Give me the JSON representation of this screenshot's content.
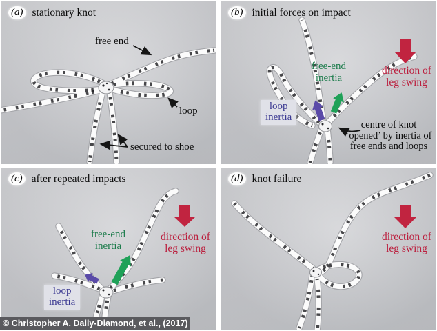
{
  "figure": {
    "credit": "© Christopher A. Daily-Diamond, et al., (2017)"
  },
  "colors": {
    "free_end_inertia_green_text": "#1d7c4c",
    "inertia_arrow_green": "#1fa158",
    "loop_inertia_purple_text": "#3c3a92",
    "inertia_arrow_purple": "#5a4aa8",
    "leg_swing_red_text": "#bb1f3e",
    "leg_swing_arrow_red": "#c12440",
    "photo_background_gray": "#c7c8cc",
    "credit_bar_gray": "#5a5a5e"
  },
  "panels": {
    "a": {
      "letter": "(a)",
      "title": "stationary knot",
      "labels": {
        "free_end": "free end",
        "loop": "loop",
        "secured_to_shoe": "secured to shoe"
      }
    },
    "b": {
      "letter": "(b)",
      "title": "initial forces on impact",
      "labels": {
        "free_end_inertia": [
          "free-end",
          "inertia"
        ],
        "loop_inertia": [
          "loop",
          "inertia"
        ],
        "direction_of_leg_swing": [
          "direction of",
          "leg swing"
        ],
        "centre_of_knot": [
          "centre of knot",
          "‘opened’ by inertia of",
          "free ends and loops"
        ]
      }
    },
    "c": {
      "letter": "(c)",
      "title": "after repeated impacts",
      "labels": {
        "free_end_inertia": [
          "free-end",
          "inertia"
        ],
        "loop_inertia": [
          "loop",
          "inertia"
        ],
        "direction_of_leg_swing": [
          "direction of",
          "leg swing"
        ]
      }
    },
    "d": {
      "letter": "(d)",
      "title": "knot failure",
      "labels": {
        "direction_of_leg_swing": [
          "direction of",
          "leg swing"
        ]
      }
    }
  }
}
